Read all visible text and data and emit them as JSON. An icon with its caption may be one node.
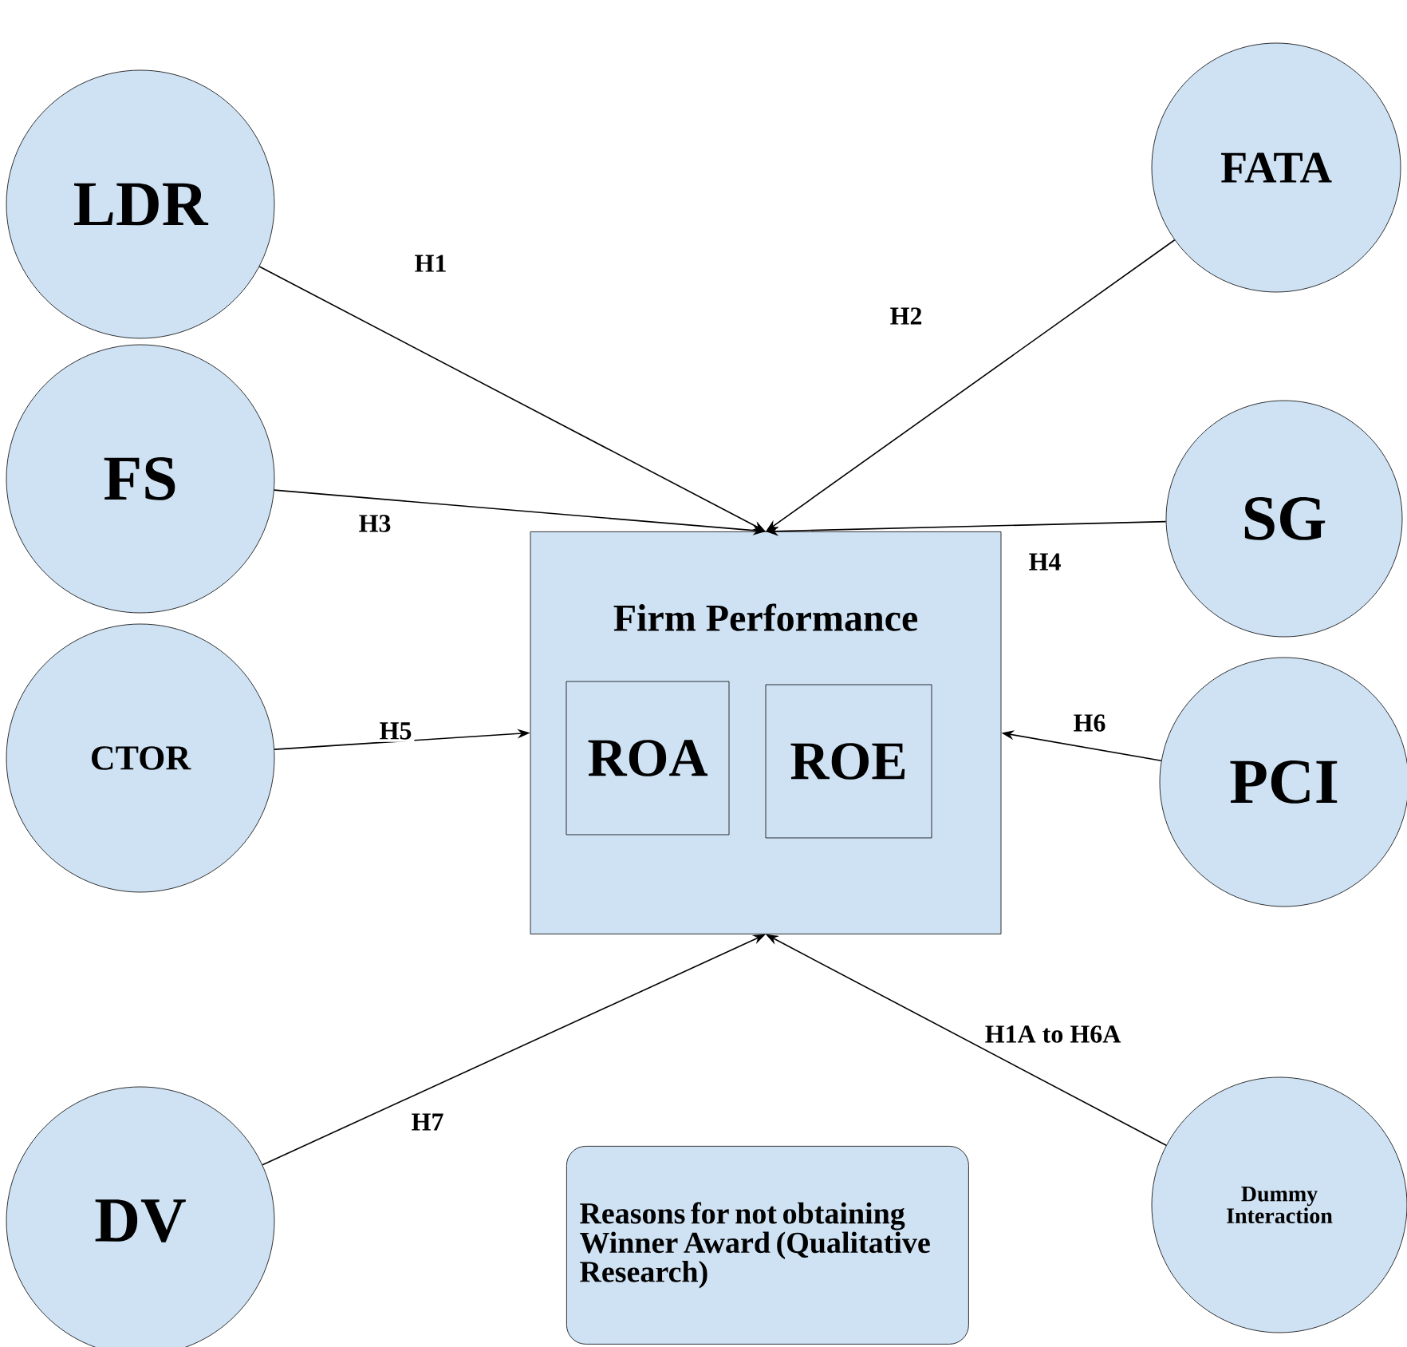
{
  "diagram": {
    "nodes": [
      {
        "text": [
          "LDR"
        ]
      },
      {
        "text": [
          "FATA"
        ]
      },
      {
        "text": [
          "FS"
        ]
      },
      {
        "text": [
          "SG"
        ]
      },
      {
        "text": [
          "Firm Performance"
        ]
      },
      {
        "text": [
          "ROA"
        ],
        "in": 4
      },
      {
        "text": [
          "ROE"
        ],
        "in": 4
      },
      {
        "text": [
          "CTOR"
        ]
      },
      {
        "text": [
          "PCI"
        ]
      },
      {
        "text": [
          "DV"
        ]
      },
      {
        "text": [
          "Dummy Interaction"
        ]
      },
      {
        "text": [
          "Reasons for not obtaining Winner Award (Qualitative Research)"
        ]
      }
    ],
    "edges": [
      {
        "from": 0,
        "to": 4,
        "arrow": "to",
        "label": "H1"
      },
      {
        "from": 1,
        "to": 4,
        "arrow": "to",
        "label": "H2"
      },
      {
        "from": 2,
        "to": 4,
        "arrow": "to",
        "label": "H3"
      },
      {
        "from": 3,
        "to": 4,
        "arrow": "to",
        "label": "H4"
      },
      {
        "from": 7,
        "to": 4,
        "arrow": "to",
        "label": "H5"
      },
      {
        "from": 8,
        "to": 4,
        "arrow": "to",
        "label": "H6"
      },
      {
        "from": 9,
        "to": 4,
        "arrow": "to",
        "label": "H7"
      },
      {
        "from": 10,
        "to": 4,
        "arrow": "to",
        "label": "H1A to H6A"
      }
    ]
  }
}
